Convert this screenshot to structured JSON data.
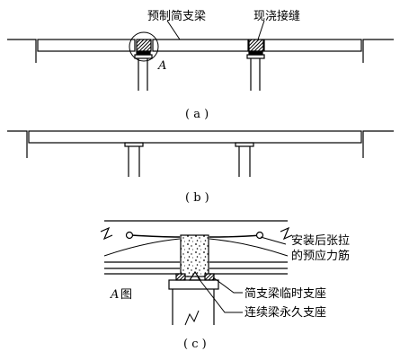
{
  "diagram_a": {
    "label_precast_beam": "预制简支梁",
    "label_cast_joint": "现浇接缝",
    "detail_marker": "A",
    "caption": "( a )"
  },
  "diagram_b": {
    "caption": "( b )"
  },
  "diagram_c": {
    "label_tendon_line1": "安装后张拉",
    "label_tendon_line2": "的预应力筋",
    "label_detail_letter": "A",
    "label_detail_word": "图",
    "label_temp_support": "简支梁临时支座",
    "label_perm_support": "连续梁永久支座",
    "caption": "( c )"
  }
}
